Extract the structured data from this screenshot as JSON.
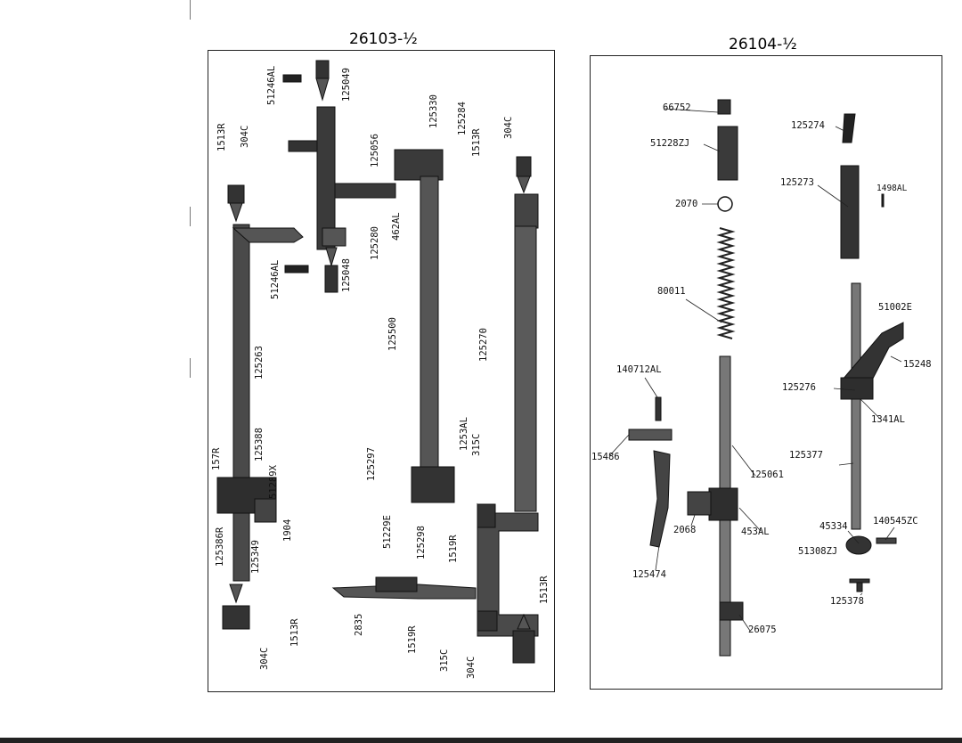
{
  "titles": {
    "left": "26103-½",
    "right": "26104-½"
  },
  "left_labels": [
    "51246AL",
    "125049",
    "1513R",
    "304C",
    "125056",
    "125330",
    "125284",
    "304C",
    "1513R",
    "125280",
    "462AL",
    "51246AL",
    "125048",
    "125263",
    "125500",
    "125270",
    "157R",
    "125388",
    "51289X",
    "125297",
    "1253AL",
    "315C",
    "125386R",
    "125349",
    "1904",
    "51229E",
    "125298",
    "1519R",
    "2835",
    "1519R",
    "315C",
    "304C",
    "1513R",
    "304C",
    "1513R"
  ],
  "right_labels": [
    "66752",
    "51228ZJ",
    "125274",
    "125273",
    "1498AL",
    "2070",
    "80011",
    "51002E",
    "15248",
    "125276",
    "1341AL",
    "140712AL",
    "15486",
    "125377",
    "125061",
    "2068",
    "453AL",
    "45334",
    "140545ZC",
    "51308ZJ",
    "125474",
    "125378",
    "26075"
  ]
}
